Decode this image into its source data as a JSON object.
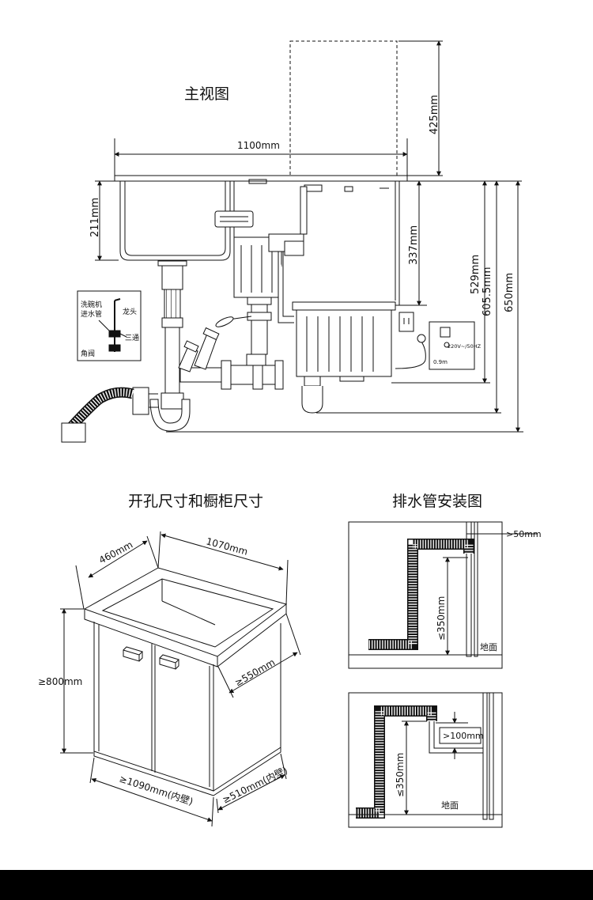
{
  "front_view": {
    "title": "主视图",
    "dims": {
      "width": "1100mm",
      "above_height": "425mm",
      "basin_depth": "211mm",
      "unit_height": "337mm",
      "h529": "529mm",
      "h605": "605.5mm",
      "h650": "650mm"
    },
    "labels": {
      "dishwasher_inlet_1": "洗碗机",
      "dishwasher_inlet_2": "进水管",
      "faucet": "龙头",
      "tee": "三通",
      "angle_valve": "角阀",
      "power": "220V~/50HZ",
      "cord": "0.9m"
    }
  },
  "cabinet": {
    "title": "开孔尺寸和橱柜尺寸",
    "dims": {
      "depth": "460mm",
      "width": "1070mm",
      "inner_depth": "≥550mm",
      "height": "≥800mm",
      "inner_width": "≥1090mm(内壁)",
      "inner_side": "≥510mm(内壁)"
    }
  },
  "drain": {
    "title": "排水管安装图",
    "top": {
      "gap": ">50mm",
      "height": "≤350mm",
      "floor": "地面"
    },
    "bottom": {
      "gap": ">100mm",
      "height": "≤350mm",
      "floor": "地面"
    }
  }
}
